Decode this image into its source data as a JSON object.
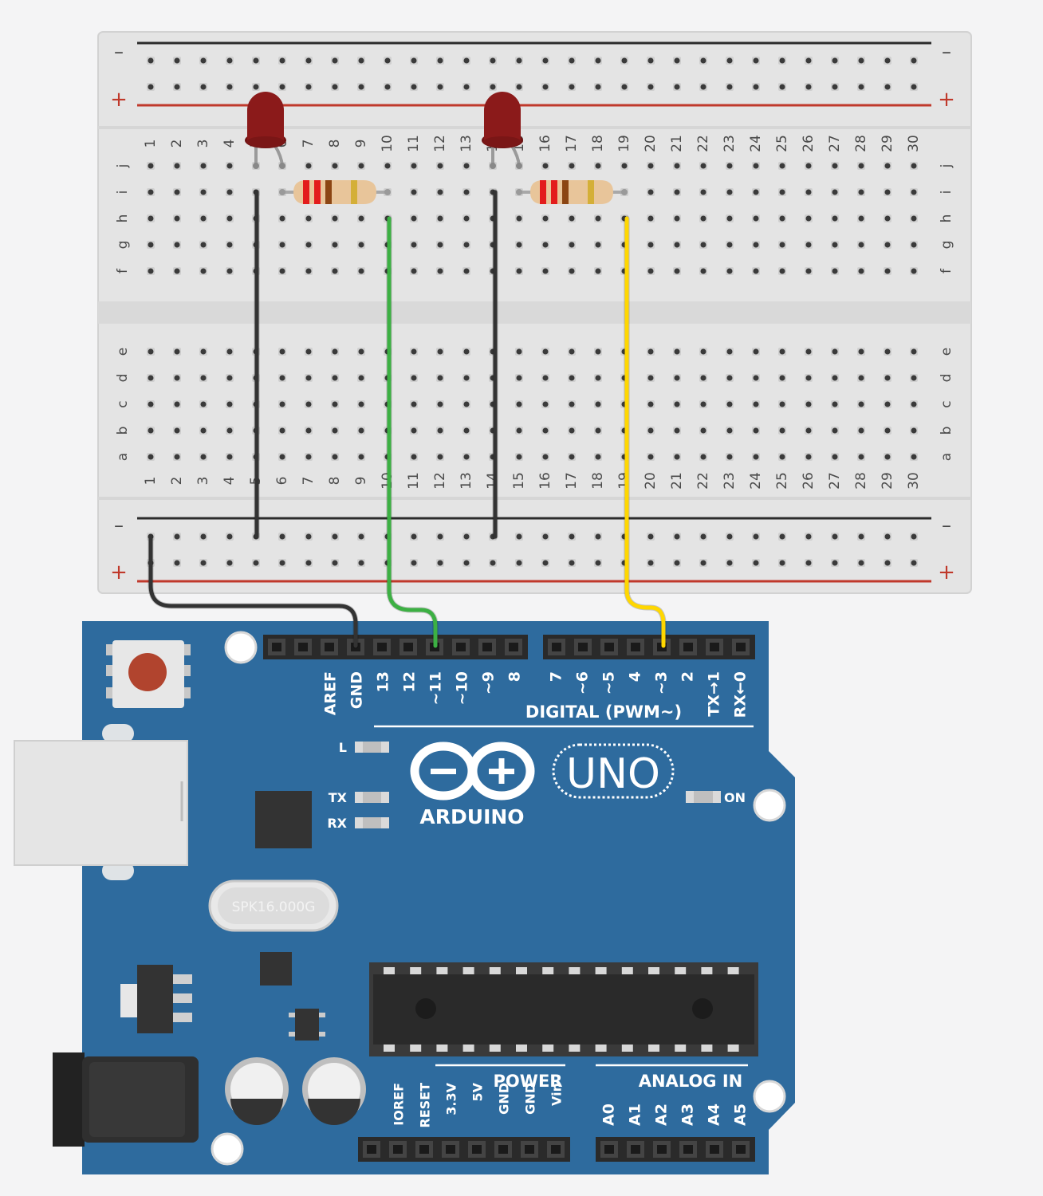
{
  "breadboard": {
    "columns": 30,
    "rows_top": [
      "j",
      "i",
      "h",
      "g",
      "f"
    ],
    "rows_bottom": [
      "e",
      "d",
      "c",
      "b",
      "a"
    ],
    "minus_sign": "–",
    "plus_sign": "+"
  },
  "components": {
    "leds": [
      {
        "color": "#8b1a1a",
        "column": 5
      },
      {
        "color": "#8b1a1a",
        "column": 14
      }
    ],
    "resistors": [
      {
        "from_column": 6,
        "to_column": 10,
        "row": "i",
        "bands": [
          "#e31c1c",
          "#e31c1c",
          "#8b4513",
          "#d4af37"
        ]
      },
      {
        "from_column": 15,
        "to_column": 19,
        "row": "i",
        "bands": [
          "#e31c1c",
          "#e31c1c",
          "#8b4513",
          "#d4af37"
        ]
      }
    ],
    "wires": [
      {
        "name": "ground-wire-led1",
        "color": "#333333"
      },
      {
        "name": "ground-wire-led2",
        "color": "#333333"
      },
      {
        "name": "signal-wire-pin11",
        "color": "#3cb043"
      },
      {
        "name": "signal-wire-pin3",
        "color": "#ffd700"
      },
      {
        "name": "gnd-wire-arduino",
        "color": "#333333"
      }
    ]
  },
  "arduino": {
    "board_color": "#2e6b9e",
    "digital_pins_left": [
      "AREF",
      "GND",
      "13",
      "12",
      "~11",
      "~10",
      "~9",
      "8"
    ],
    "digital_pins_right": [
      "7",
      "~6",
      "~5",
      "4",
      "~3",
      "2",
      "TX→1",
      "RX←0"
    ],
    "digital_label": "DIGITAL (PWM~)",
    "led_labels": [
      "L",
      "TX",
      "RX"
    ],
    "on_label": "ON",
    "brand": "ARDUINO",
    "model": "UNO",
    "crystal": "SPK16.000G",
    "power_label": "POWER",
    "power_pins": [
      "IOREF",
      "RESET",
      "3.3V",
      "5V",
      "GND",
      "GND",
      "Vin"
    ],
    "analog_label": "ANALOG IN",
    "analog_pins": [
      "A0",
      "A1",
      "A2",
      "A3",
      "A4",
      "A5"
    ]
  }
}
